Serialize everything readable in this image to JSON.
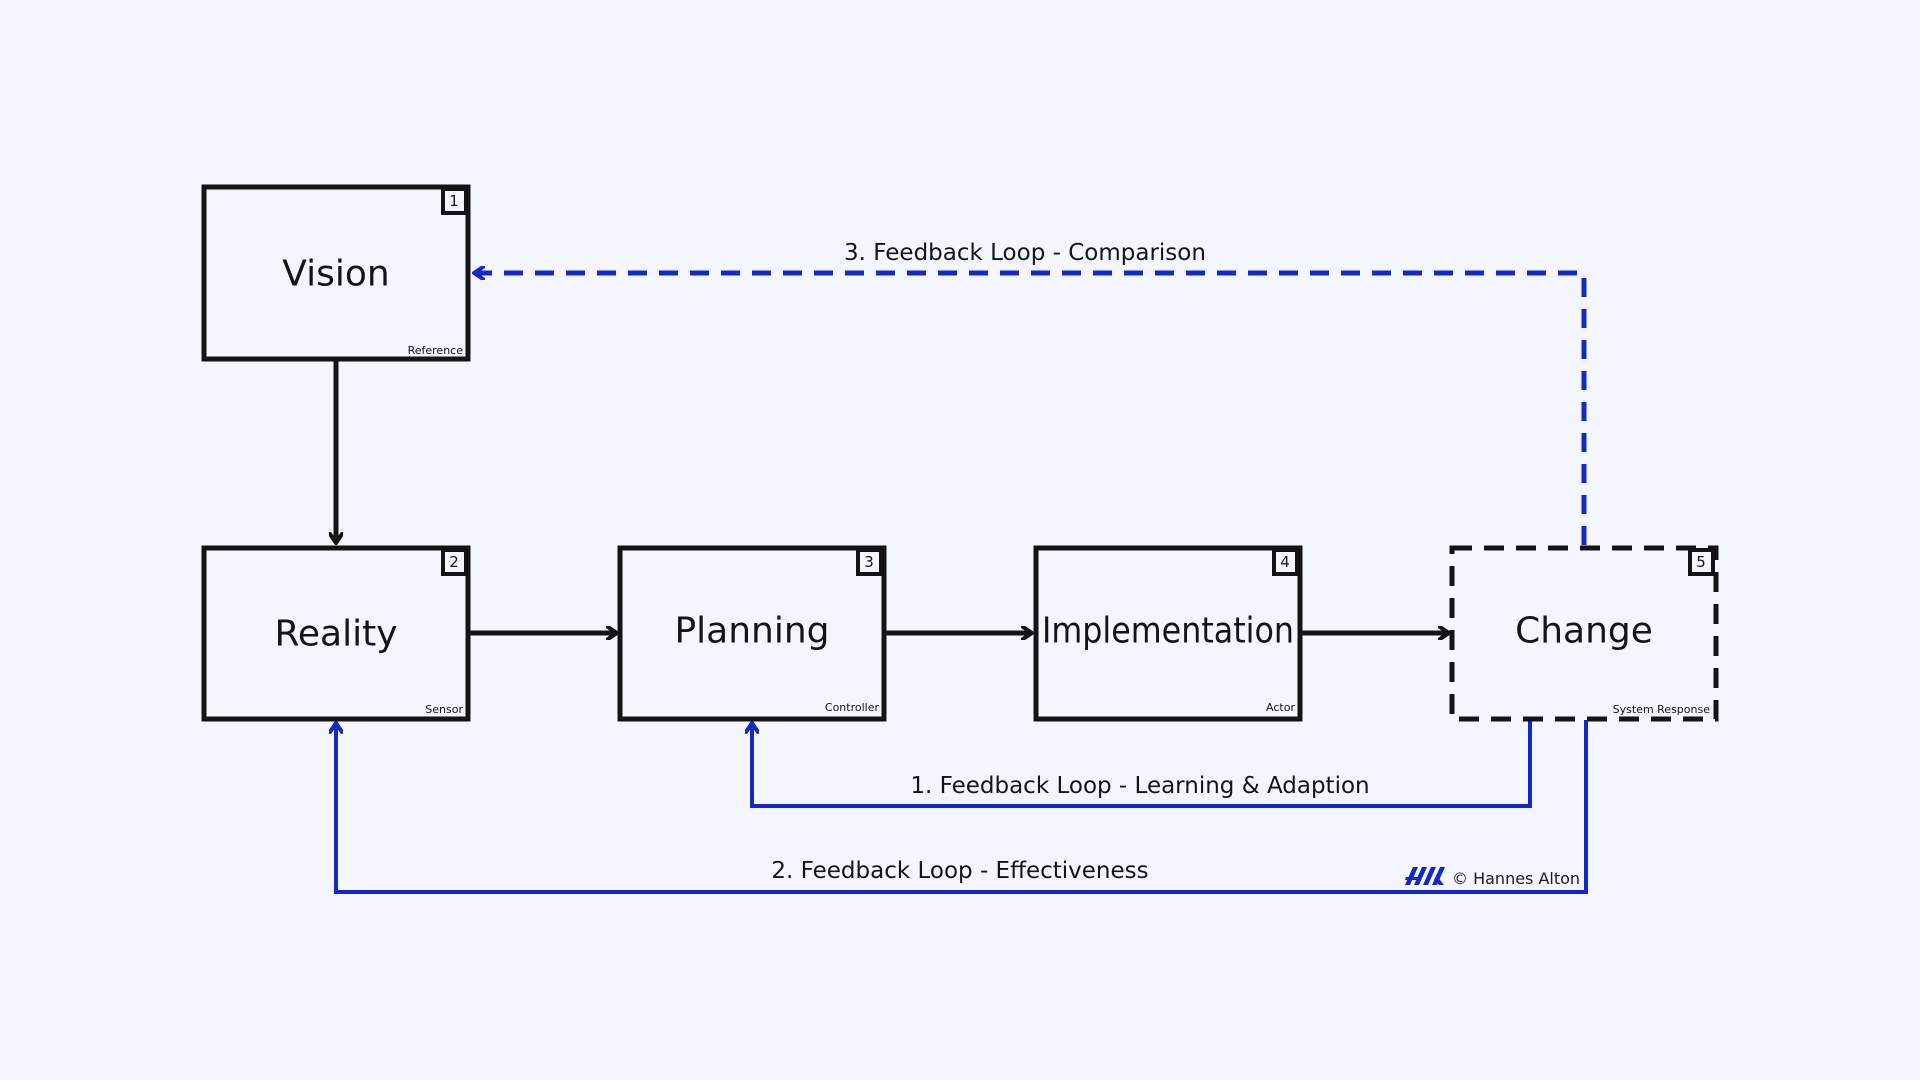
{
  "nodes": {
    "vision": {
      "title": "Vision",
      "number": "1",
      "role": "Reference"
    },
    "reality": {
      "title": "Reality",
      "number": "2",
      "role": "Sensor"
    },
    "planning": {
      "title": "Planning",
      "number": "3",
      "role": "Controller"
    },
    "implementation": {
      "title": "Implementation",
      "number": "4",
      "role": "Actor"
    },
    "change": {
      "title": "Change",
      "number": "5",
      "role": "System Response"
    }
  },
  "loops": {
    "loop1": "1. Feedback Loop - Learning & Adaption",
    "loop2": "2. Feedback Loop - Effectiveness",
    "loop3": "3. Feedback Loop - Comparison"
  },
  "credit": {
    "logo_icon": "hannes-alton-logo",
    "text": "© Hannes Alton"
  },
  "colors": {
    "background": "#f4f6ff",
    "box_stroke": "#141414",
    "feedback_blue": "#1528c4"
  }
}
